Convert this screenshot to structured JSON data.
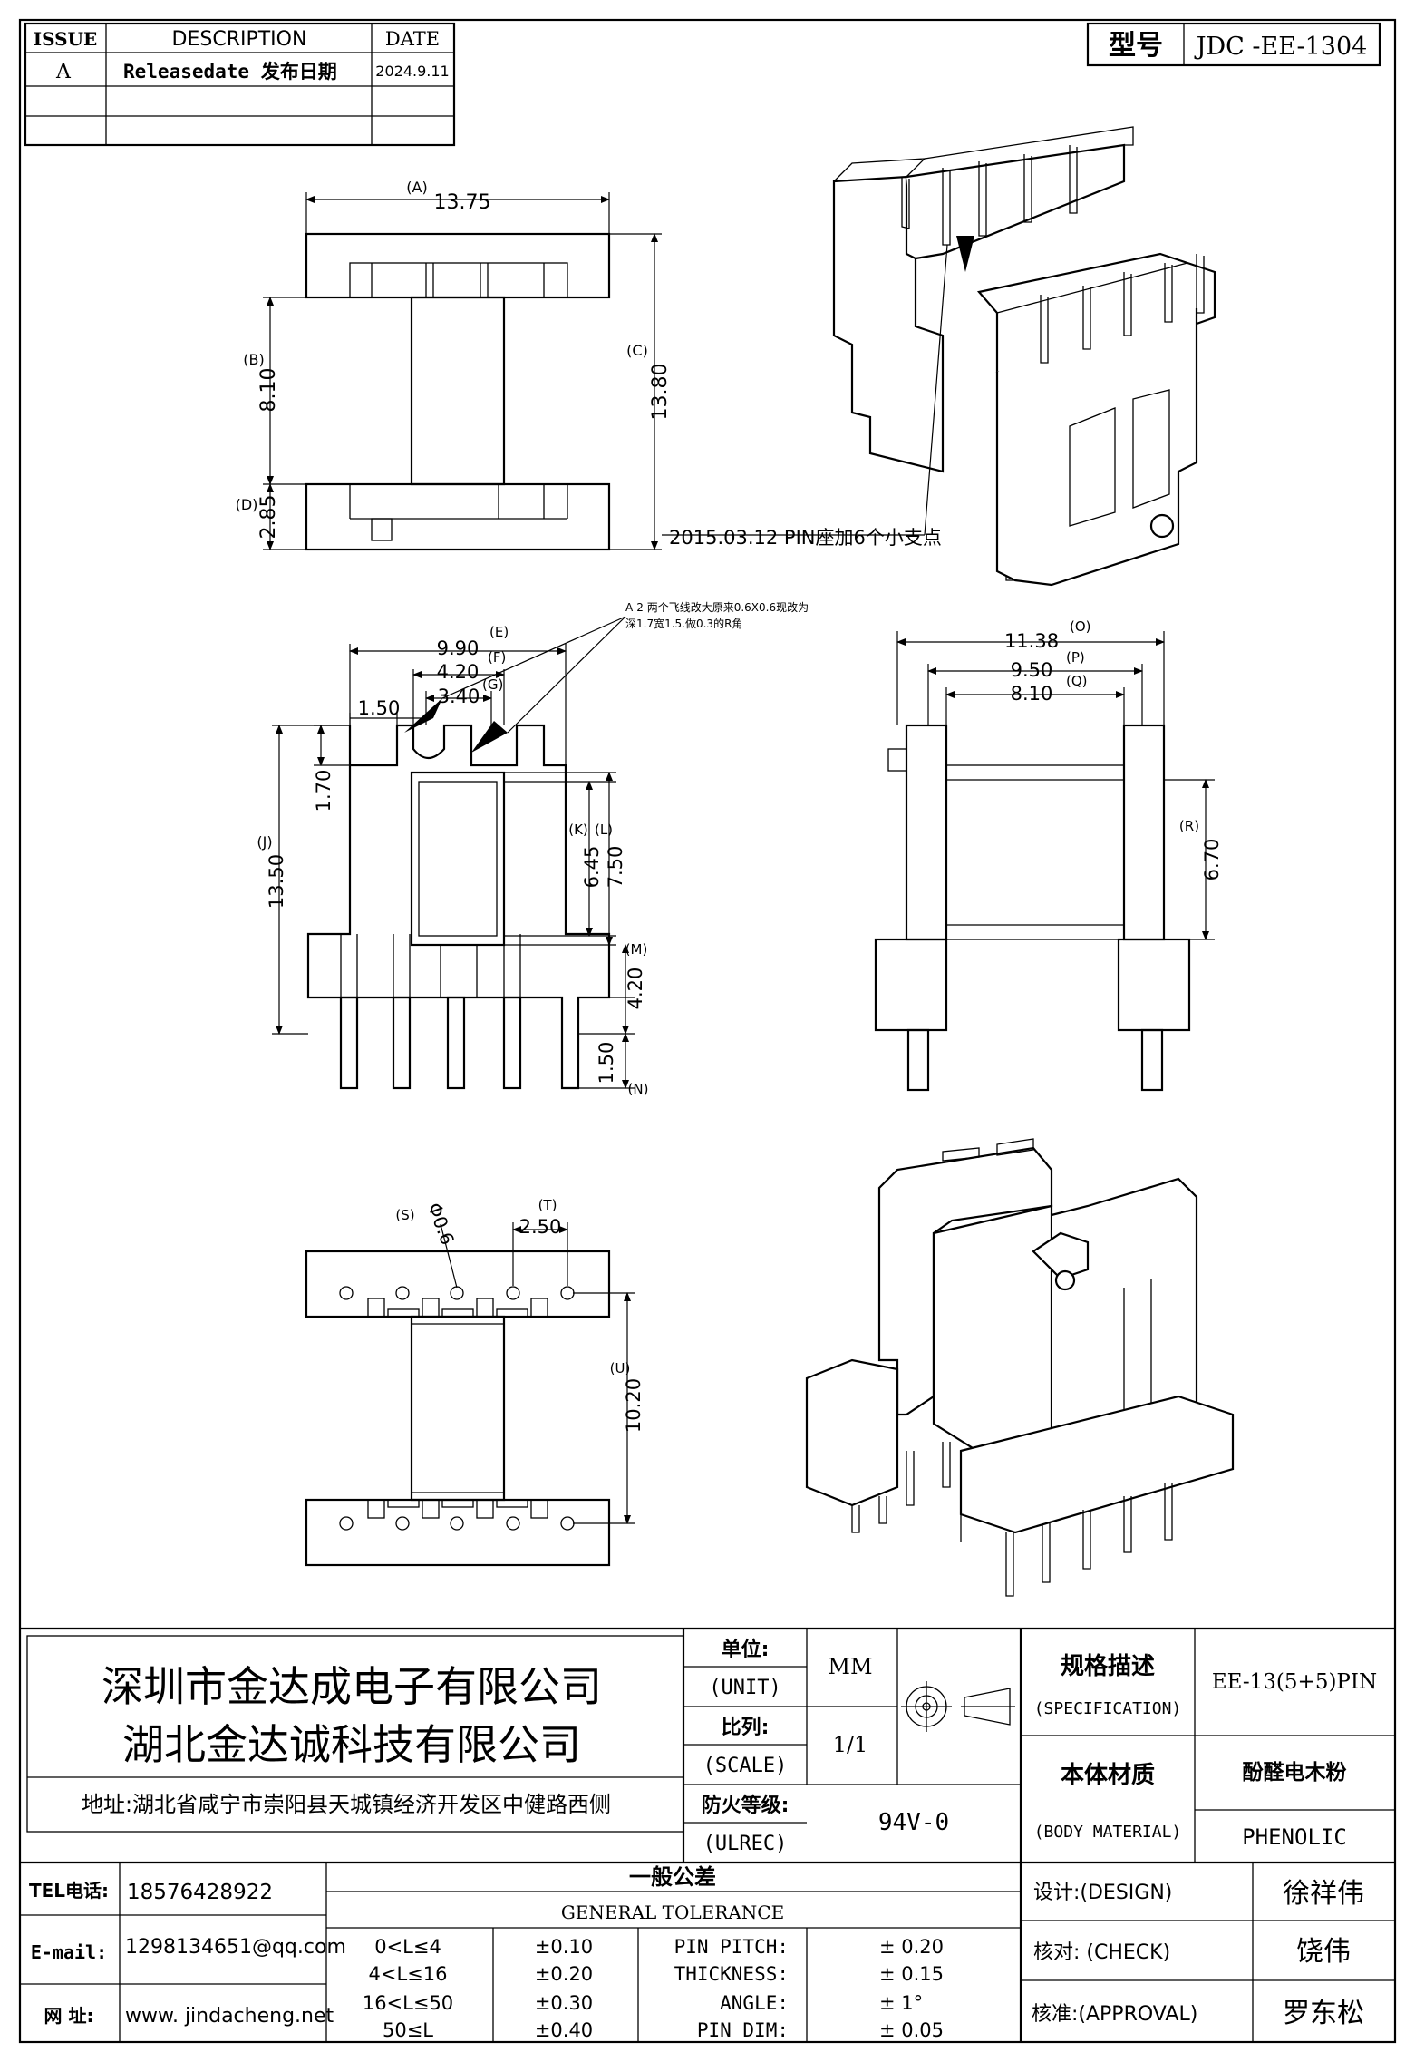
{
  "revision_table": {
    "headers": [
      "ISSUE",
      "DESCRIPTION",
      "DATE"
    ],
    "rows": [
      [
        "A",
        "Releasedate 发布日期",
        "2024.9.11"
      ],
      [
        "",
        "",
        ""
      ],
      [
        "",
        "",
        ""
      ]
    ]
  },
  "model": {
    "label": "型号",
    "value": "JDC -EE-1304"
  },
  "top_view": {
    "dim_a": "(A)",
    "width": "13.75",
    "dim_b": "(B)",
    "core": "8.10",
    "dim_c": "(C)",
    "height": "13.80",
    "dim_d": "(D)",
    "flange": "2.85",
    "note": "2015.03.12  PIN座加6个小支点"
  },
  "front_view": {
    "note_line1": "A-2 两个飞线改大原来0.6X0.6现改为",
    "note_line2": "深1.7宽1.5.做0.3的R角",
    "d_990": "9.90",
    "l_e": "(E)",
    "d_420": "4.20",
    "l_f": "(F)",
    "d_340": "3.40",
    "l_g": "(G)",
    "d_150": "1.50",
    "d_170": "1.70",
    "l_j": "(J)",
    "d_1350": "13.50",
    "l_k": "(K)",
    "d_645": "6.45",
    "l_l": "(L)",
    "d_750": "7.50",
    "l_m": "(M)",
    "d_420b": "4.20",
    "d_150b": "1.50",
    "l_n": "(N)"
  },
  "side_view": {
    "d_1138": "11.38",
    "l_o": "(O)",
    "d_950": "9.50",
    "l_p": "(P)",
    "d_810": "8.10",
    "l_q": "(Q)",
    "l_r": "(R)",
    "d_670": "6.70"
  },
  "bottom_view": {
    "l_s": "(S)",
    "d_phi": "Φ0.6",
    "l_t": "(T)",
    "d_250": "2.50",
    "l_u": "(U)",
    "d_1020": "10.20"
  },
  "title_block": {
    "company1": "深圳市金达成电子有限公司",
    "company2": "湖北金达诚科技有限公司",
    "address": "地址:湖北省咸宁市崇阳县天城镇经济开发区中健路西侧",
    "unit_cn": "单位:",
    "unit_en": "(UNIT)",
    "unit_value": "MM",
    "scale_cn": "比列:",
    "scale_en": "(SCALE)",
    "scale_value": "1/1",
    "ul_cn": "防火等级:",
    "ul_en": "(ULREC)",
    "ul_value": "94V-0",
    "spec_cn": "规格描述",
    "spec_en": "(SPECIFICATION)",
    "spec_value": "EE-13(5+5)PIN",
    "mat_cn": "本体材质",
    "mat_en": "(BODY MATERIAL)",
    "mat_value_cn": "酚醛电木粉",
    "mat_value_en": "PHENOLIC",
    "tel_label": "TEL电话:",
    "tel": "18576428922",
    "email_label": "E-mail:",
    "email": "1298134651@qq.com",
    "web_label": "网   址:",
    "web": "www. jindacheng.net",
    "tol_cn": "一般公差",
    "tol_en": "GENERAL  TOLERANCE",
    "ranges": [
      "0<L≤4",
      "4<L≤16",
      "16<L≤50",
      "50≤L"
    ],
    "tols": [
      "±0.10",
      "±0.20",
      "±0.30",
      "±0.40"
    ],
    "pin_items": [
      "PIN PITCH:",
      "THICKNESS:",
      "ANGLE:",
      "PIN DIM:"
    ],
    "pin_vals": [
      "±  0.20",
      "±  0.15",
      "±  1°",
      "±  0.05"
    ],
    "design_label": "设计:(DESIGN)",
    "design_name": "徐祥伟",
    "check_label": "核对: (CHECK)",
    "check_name": "饶伟",
    "approval_label": "核准:(APPROVAL)",
    "approval_name": "罗东松"
  }
}
